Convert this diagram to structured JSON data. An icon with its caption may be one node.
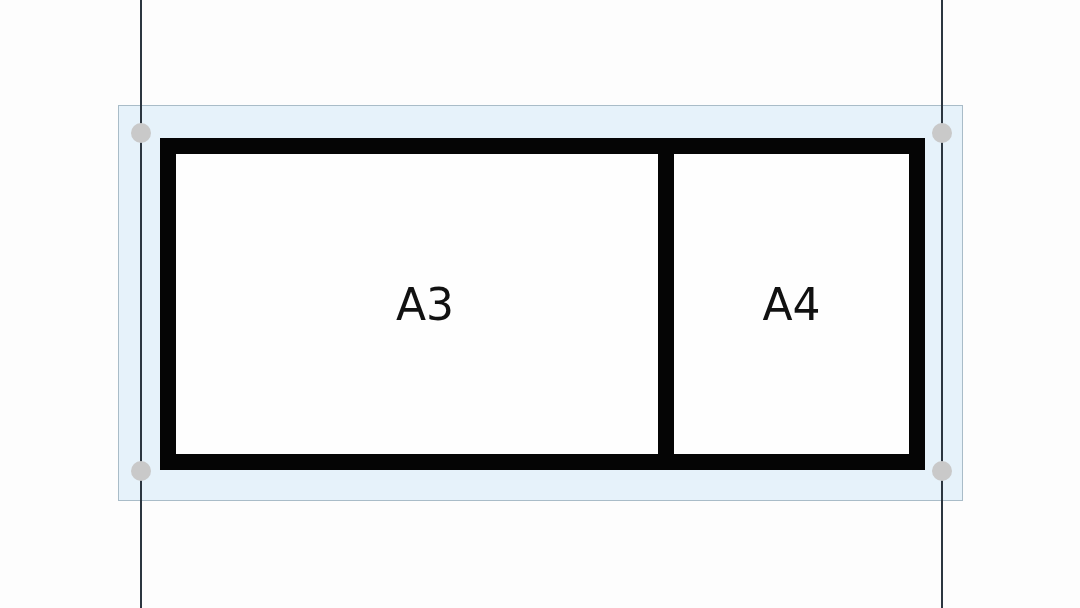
{
  "diagram": {
    "nodes": [
      {
        "text": [],
        "shape": "box"
      },
      {
        "text": [
          "A3"
        ],
        "in": 0
      },
      {
        "text": [
          "A4"
        ],
        "in": 0
      }
    ]
  }
}
